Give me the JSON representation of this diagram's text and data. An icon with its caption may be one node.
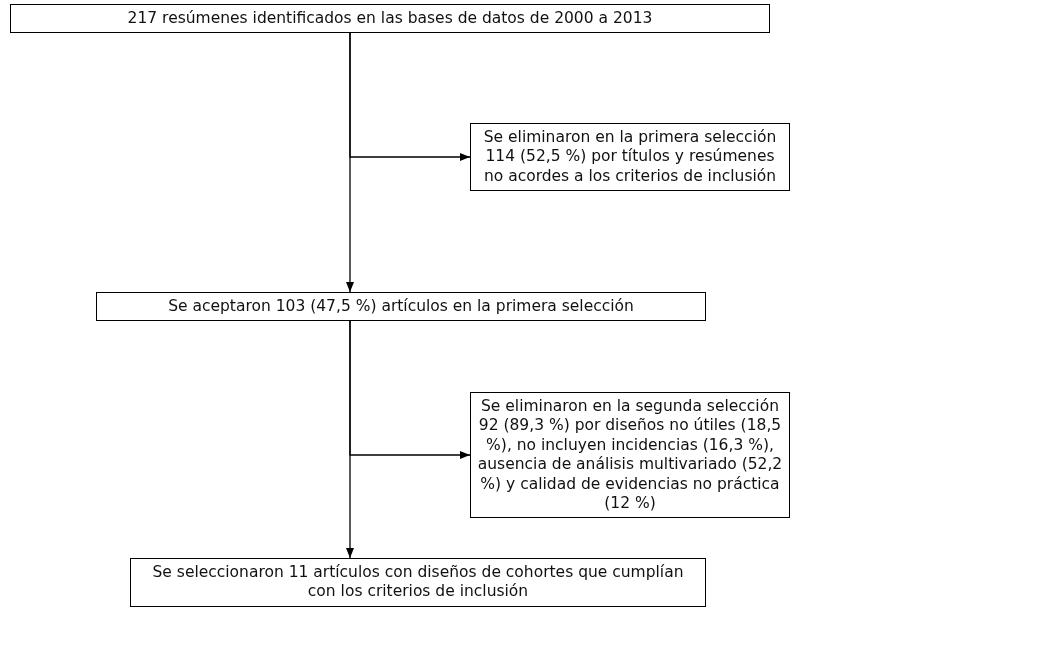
{
  "diagram": {
    "nodes": [
      {
        "text": [
          "217 resúmenes identificados en las bases de datos de 2000 a 2013"
        ]
      },
      {
        "text": [
          "Se eliminaron en la primera selección 114 (52,5 %) por títulos y resúmenes no acordes a los criterios de inclusión"
        ]
      },
      {
        "text": [
          "Se aceptaron 103 (47,5 %) artículos en la primera selección"
        ]
      },
      {
        "text": [
          "Se eliminaron en la segunda selección 92 (89,3 %) por diseños no útiles (18,5 %), no incluyen incidencias (16,3 %), ausencia de análisis multivariado (52,2 %) y calidad de evidencias no práctica (12 %)"
        ]
      },
      {
        "text": [
          "Se seleccionaron 11 artículos con diseños de cohortes que cumplían con los criterios de inclusión"
        ]
      }
    ],
    "edges": [
      {
        "from": 0,
        "to": 2,
        "arrow": "to"
      },
      {
        "from": 0,
        "to": 1,
        "arrow": "to"
      },
      {
        "from": 2,
        "to": 4,
        "arrow": "to"
      },
      {
        "from": 2,
        "to": 3,
        "arrow": "to"
      }
    ]
  }
}
